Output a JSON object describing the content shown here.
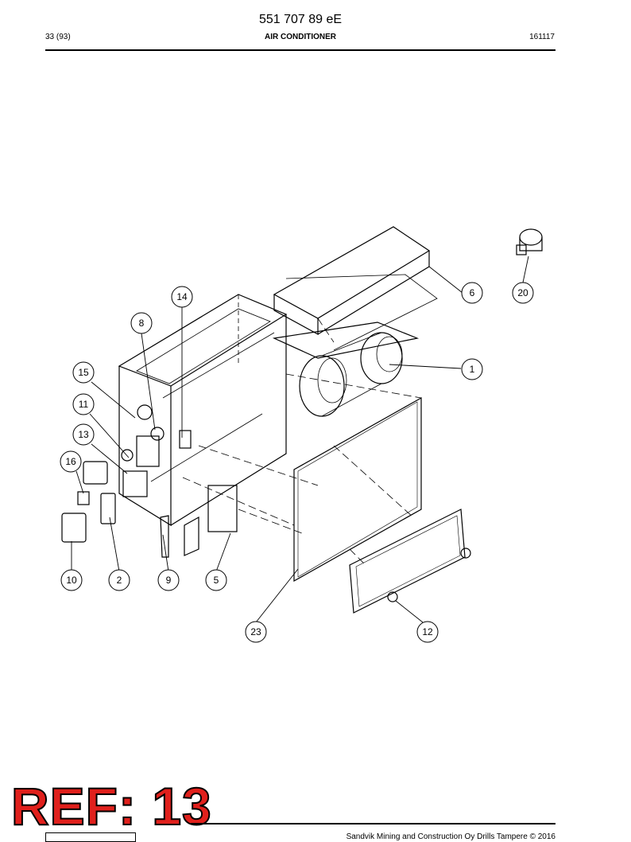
{
  "header": {
    "doc_number": "551 707 89 eE",
    "page_ref": "33 (93)",
    "section_title": "AIR CONDITIONER",
    "date_code": "161117"
  },
  "callouts": [
    {
      "label": "1"
    },
    {
      "label": "2"
    },
    {
      "label": "5"
    },
    {
      "label": "6"
    },
    {
      "label": "8"
    },
    {
      "label": "9"
    },
    {
      "label": "10"
    },
    {
      "label": "11"
    },
    {
      "label": "12"
    },
    {
      "label": "13"
    },
    {
      "label": "14"
    },
    {
      "label": "15"
    },
    {
      "label": "16"
    },
    {
      "label": "20"
    },
    {
      "label": "23"
    }
  ],
  "stamp": {
    "text": "REF: 13"
  },
  "footer": {
    "copyright": "Sandvik Mining and Construction Oy Drills Tampere © 2016"
  }
}
